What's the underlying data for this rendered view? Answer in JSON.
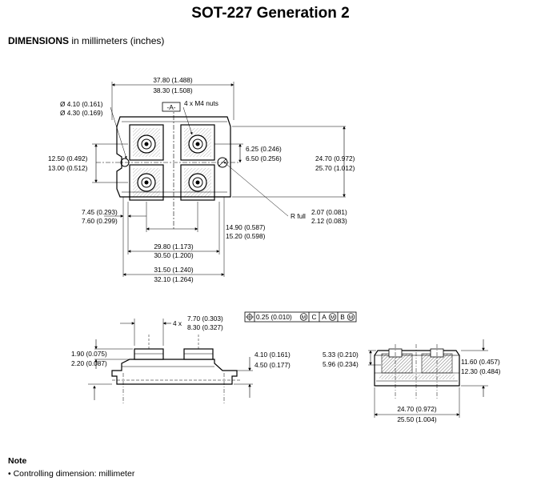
{
  "title": "SOT-227 Generation 2",
  "heading": {
    "bold": "DIMENSIONS",
    "rest": " in millimeters (inches)"
  },
  "top_view": {
    "width_a": "37.80 (1.488)",
    "width_b": "38.30 (1.508)",
    "datum": "-A-",
    "nuts": "4 x M4 nuts",
    "hole_a": "Ø 4.10 (0.161)",
    "hole_b": "Ø 4.30 (0.169)",
    "pitch_v_a": "12.50 (0.492)",
    "pitch_v_b": "13.00 (0.512)",
    "dim_625": "6.25 (0.246)",
    "dim_650": "6.50 (0.256)",
    "height_a": "24.70 (0.972)",
    "height_b": "25.70 (1.012)",
    "left_a": "7.45 (0.293)",
    "left_b": "7.60 (0.299)",
    "rfull": "R full",
    "r_a": "2.07 (0.081)",
    "r_b": "2.12 (0.083)",
    "mid_a": "14.90 (0.587)",
    "mid_b": "15.20 (0.598)",
    "inner_a": "29.80 (1.173)",
    "inner_b": "30.50 (1.200)",
    "outer_a": "31.50 (1.240)",
    "outer_b": "32.10 (1.264)"
  },
  "side_view": {
    "term_count": "4 x",
    "term_a": "7.70 (0.303)",
    "term_b": "8.30 (0.327)",
    "tol_value": "0.25 (0.010)",
    "tol_m": "M",
    "tol_c": "C",
    "tol_a": "A",
    "tol_b": "B",
    "left_a": "1.90 (0.075)",
    "left_b": "2.20 (0.087)",
    "base_a": "4.10 (0.161)",
    "base_b": "4.50 (0.177)"
  },
  "end_view": {
    "h_a": "5.33 (0.210)",
    "h_b": "5.96 (0.234)",
    "t_a": "11.60 (0.457)",
    "t_b": "12.30 (0.484)",
    "w_a": "24.70 (0.972)",
    "w_b": "25.50 (1.004)"
  },
  "note": {
    "heading": "Note",
    "item": "•  Controlling dimension: millimeter"
  }
}
